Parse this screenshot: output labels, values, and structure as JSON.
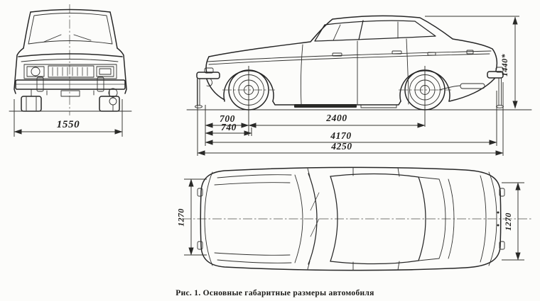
{
  "caption": "Рис. 1.  Основные габаритные размеры автомобиля",
  "dimensions": {
    "front_width": "1550",
    "front_overhang": "700",
    "front_overhang_bumper": "740",
    "wheelbase": "2400",
    "length_body": "4170",
    "length_overall": "4250",
    "height_overall": "1440*",
    "track_top_left": "1270",
    "track_top_right": "1270"
  },
  "colors": {
    "ink": "#262626",
    "paper": "#fcfcfa"
  }
}
